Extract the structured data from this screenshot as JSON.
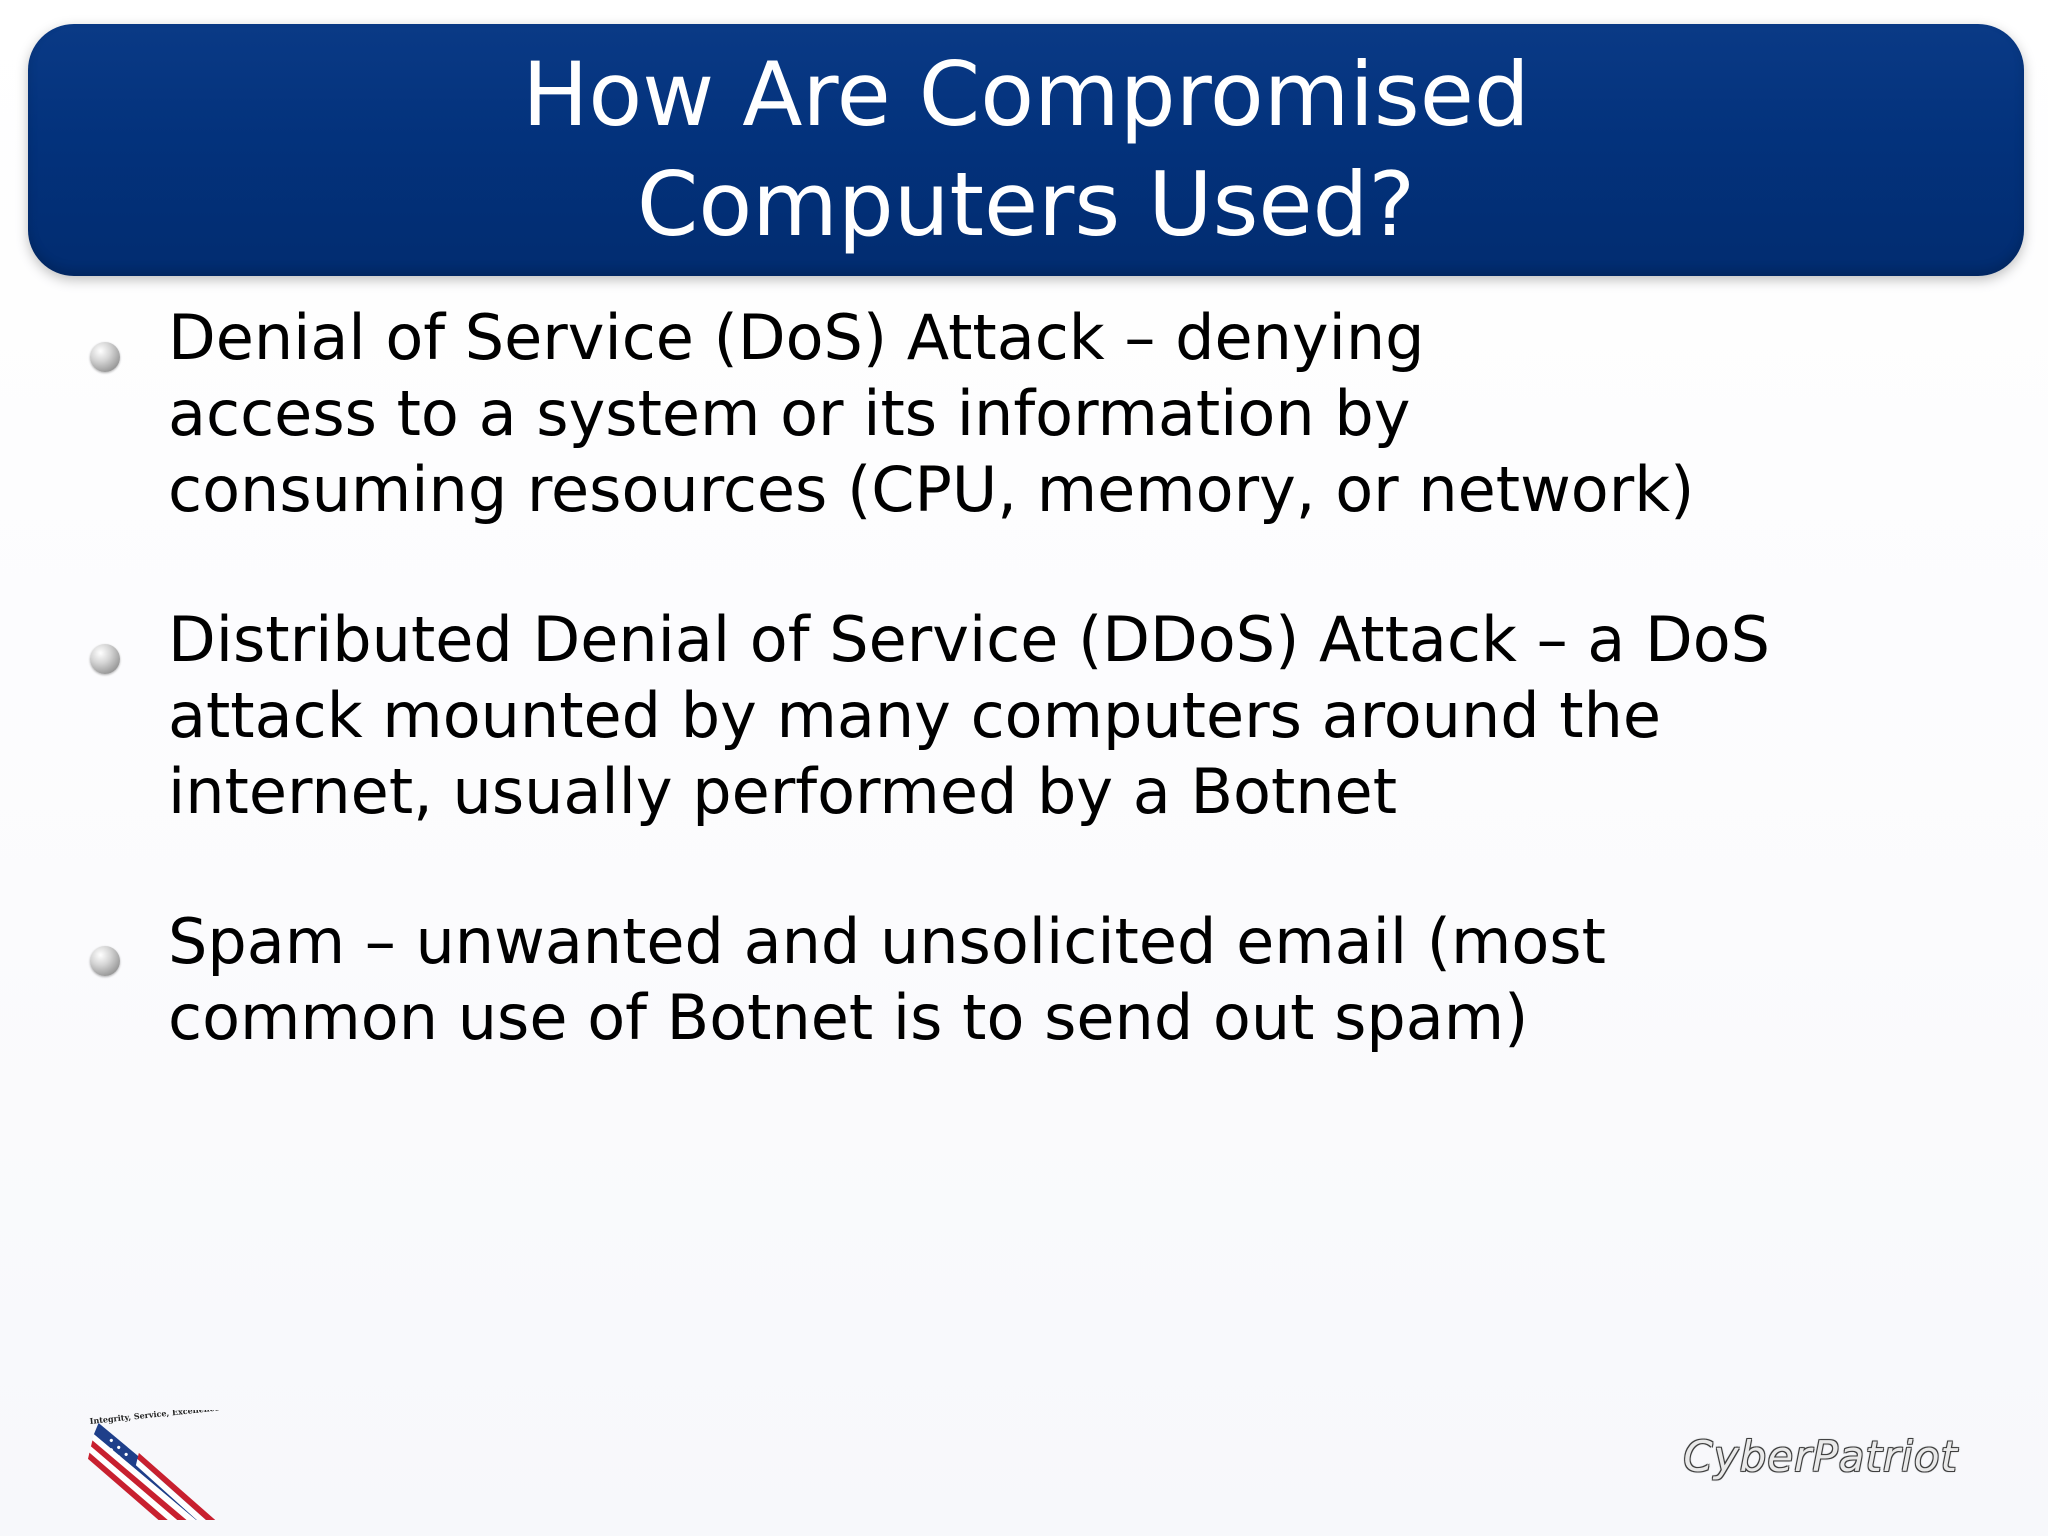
{
  "title": {
    "line1": "How Are Compromised",
    "line2": "Computers Used?"
  },
  "bullets": [
    {
      "lines": [
        "Denial of Service (DoS) Attack – denying",
        "access to a system or its information by",
        "consuming resources (CPU, memory, or network)"
      ]
    },
    {
      "lines": [
        "Distributed Denial of Service (DDoS) Attack – a DoS",
        "attack mounted by many computers around the",
        "internet, usually performed by a Botnet"
      ]
    },
    {
      "lines": [
        "Spam – unwanted and unsolicited email (most",
        "common use of Botnet is to send out spam)"
      ]
    }
  ],
  "footer": {
    "logo_motto": "Integrity, Service, Excellence",
    "brand": "CyberPatriot"
  },
  "colors": {
    "banner": "#03327c",
    "title_text": "#ffffff",
    "body_text": "#000000"
  }
}
